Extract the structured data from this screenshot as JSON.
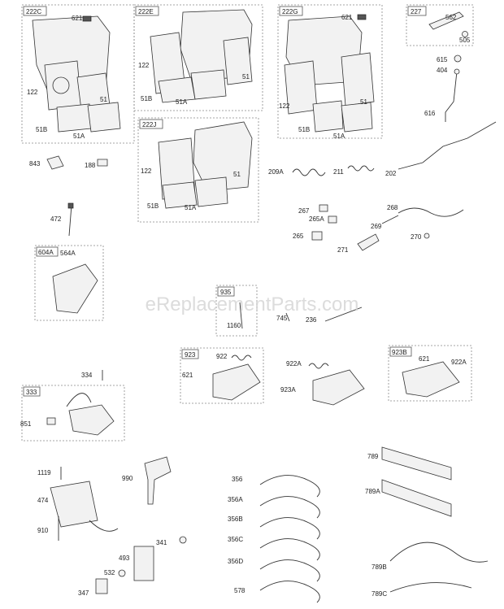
{
  "watermark": "eReplacementParts.com",
  "groups": [
    {
      "id": "222C",
      "label": "222C"
    },
    {
      "id": "222E",
      "label": "222E"
    },
    {
      "id": "222G",
      "label": "222G"
    },
    {
      "id": "227",
      "label": "227"
    },
    {
      "id": "222J",
      "label": "222J"
    },
    {
      "id": "604A",
      "label": "604A"
    },
    {
      "id": "935",
      "label": "935"
    },
    {
      "id": "923",
      "label": "923"
    },
    {
      "id": "923B",
      "label": "923B"
    },
    {
      "id": "333",
      "label": "333"
    }
  ],
  "parts": {
    "p621a": "621",
    "p122a": "122",
    "p51a": "51",
    "p51Ba": "51B",
    "p51Aa": "51A",
    "p122b": "122",
    "p51b": "51",
    "p51Bb": "51B",
    "p51Ab": "51A",
    "p621b": "621",
    "p122c": "122",
    "p51c": "51",
    "p51Bc": "51B",
    "p51Ac": "51A",
    "p562": "562",
    "p505": "505",
    "p615": "615",
    "p404": "404",
    "p616": "616",
    "p122d": "122",
    "p51d": "51",
    "p51Bd": "51B",
    "p51Ad": "51A",
    "p843": "843",
    "p188": "188",
    "p472": "472",
    "p564A": "564A",
    "p209A": "209A",
    "p211": "211",
    "p202": "202",
    "p267": "267",
    "p265A": "265A",
    "p265": "265",
    "p268": "268",
    "p269": "269",
    "p270": "270",
    "p271": "271",
    "p1160": "1160",
    "p745": "745",
    "p236": "236",
    "p922": "922",
    "p621c": "621",
    "p922A": "922A",
    "p923A": "923A",
    "p621d": "621",
    "p922Ab": "922A",
    "p334": "334",
    "p851": "851",
    "p1119": "1119",
    "p474": "474",
    "p910": "910",
    "p990": "990",
    "p341": "341",
    "p493": "493",
    "p532": "532",
    "p347": "347",
    "p356": "356",
    "p356A": "356A",
    "p356B": "356B",
    "p356C": "356C",
    "p356D": "356D",
    "p578": "578",
    "p789": "789",
    "p789A": "789A",
    "p789B": "789B",
    "p789C": "789C"
  }
}
